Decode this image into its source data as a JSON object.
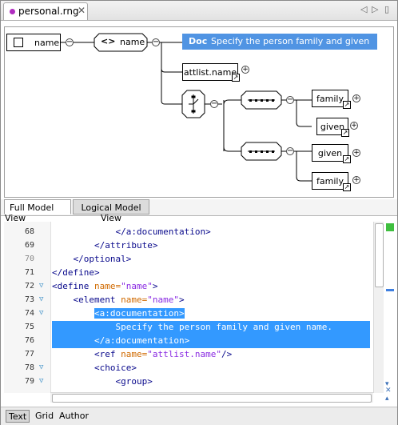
{
  "editor_tab": {
    "title": "personal.rng",
    "close": "✕"
  },
  "tab_nav": {
    "prev": "◁",
    "next": "▷",
    "menu": "▯"
  },
  "diagram": {
    "root": {
      "label": "name"
    },
    "element": {
      "label": "name"
    },
    "doc": {
      "tag": "Doc",
      "text": "Specify the person family and given name."
    },
    "ref_attlist": "attlist.name",
    "refs": [
      "family",
      "given",
      "given",
      "family"
    ]
  },
  "view_tabs": {
    "active": "Full Model View",
    "inactive": "Logical Model View"
  },
  "code_lines": [
    {
      "num": "68",
      "fold": false,
      "dim": false,
      "indent": "            ",
      "parts": [
        {
          "t": "k",
          "s": "</a:documentation>"
        }
      ]
    },
    {
      "num": "69",
      "fold": false,
      "dim": false,
      "indent": "        ",
      "parts": [
        {
          "t": "k",
          "s": "</attribute>"
        }
      ]
    },
    {
      "num": "70",
      "fold": false,
      "dim": true,
      "indent": "    ",
      "parts": [
        {
          "t": "k",
          "s": "</optional>"
        }
      ]
    },
    {
      "num": "71",
      "fold": false,
      "dim": false,
      "indent": "",
      "parts": [
        {
          "t": "k",
          "s": "</define>"
        }
      ]
    },
    {
      "num": "72",
      "fold": true,
      "dim": false,
      "indent": "",
      "parts": [
        {
          "t": "k",
          "s": "<define "
        },
        {
          "t": "a",
          "s": "name="
        },
        {
          "t": "v",
          "s": "\"name\""
        },
        {
          "t": "k",
          "s": ">"
        }
      ]
    },
    {
      "num": "73",
      "fold": true,
      "dim": false,
      "indent": "    ",
      "parts": [
        {
          "t": "k",
          "s": "<element "
        },
        {
          "t": "a",
          "s": "name="
        },
        {
          "t": "v",
          "s": "\"name\""
        },
        {
          "t": "k",
          "s": ">"
        }
      ]
    },
    {
      "num": "74",
      "fold": true,
      "dim": false,
      "indent": "        ",
      "sel": "partial",
      "parts": [
        {
          "t": "k",
          "s": "<a:documentation>"
        }
      ]
    },
    {
      "num": "75",
      "fold": false,
      "dim": false,
      "indent": "            ",
      "sel": "full",
      "parts": [
        {
          "t": "k",
          "s": "Specify the person family and given name."
        }
      ]
    },
    {
      "num": "76",
      "fold": false,
      "dim": false,
      "indent": "        ",
      "sel": "full",
      "parts": [
        {
          "t": "k",
          "s": "</a:documentation>"
        }
      ]
    },
    {
      "num": "77",
      "fold": false,
      "dim": false,
      "indent": "        ",
      "parts": [
        {
          "t": "k",
          "s": "<ref "
        },
        {
          "t": "a",
          "s": "name="
        },
        {
          "t": "v",
          "s": "\"attlist.name\""
        },
        {
          "t": "k",
          "s": "/>"
        }
      ]
    },
    {
      "num": "78",
      "fold": true,
      "dim": false,
      "indent": "        ",
      "parts": [
        {
          "t": "k",
          "s": "<choice>"
        }
      ]
    },
    {
      "num": "79",
      "fold": true,
      "dim": false,
      "indent": "            ",
      "parts": [
        {
          "t": "k",
          "s": "<group>"
        }
      ]
    }
  ],
  "mode_tabs": [
    "Text",
    "Grid",
    "Author"
  ],
  "mode_active": "Text",
  "colors": {
    "selection": "#3399ff",
    "doc_bg": "#5094e3",
    "status_ok": "#3fbf3f"
  }
}
